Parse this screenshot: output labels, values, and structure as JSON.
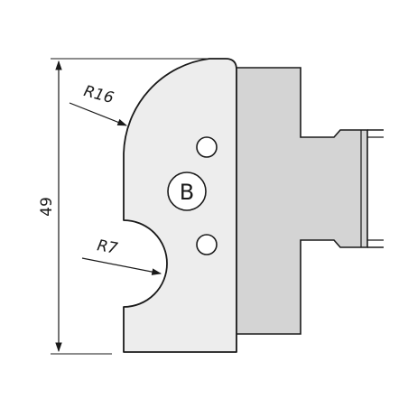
{
  "drawing": {
    "height_dimension": "49",
    "radius_large": "R16",
    "radius_small": "R7",
    "profile_badge": "B"
  },
  "colors": {
    "knife_fill": "#ededed",
    "body_fill": "#d4d4d4",
    "outline": "#1a1a1a",
    "background": "#ffffff"
  }
}
